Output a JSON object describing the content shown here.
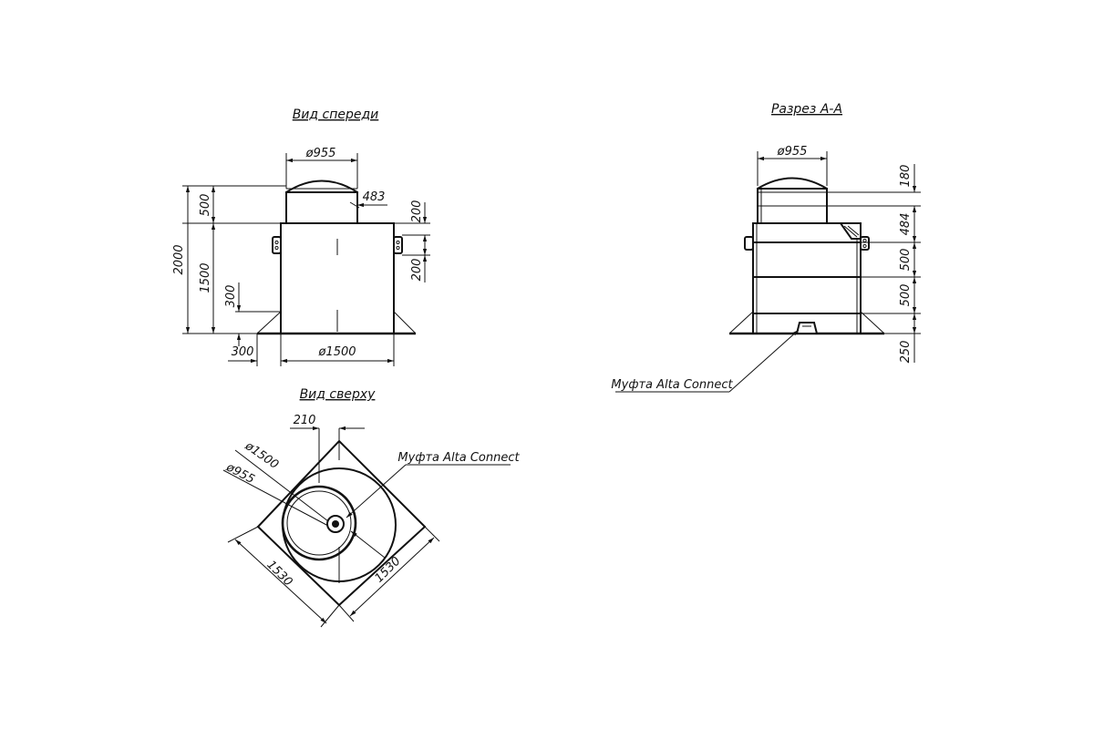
{
  "front_view": {
    "title": "Вид спереди",
    "dim_top_diameter": "ø955",
    "dim_neck_offset": "483",
    "dim_total_height": "2000",
    "dim_neck_height": "500",
    "dim_body_height": "1500",
    "dim_side_300_v": "300",
    "dim_side_300_h": "300",
    "dim_right_200_upper": "200",
    "dim_right_200_lower": "200",
    "dim_base_diameter": "ø1500"
  },
  "section_view": {
    "title": "Разрез А-А",
    "dim_top_diameter": "ø955",
    "dim_180": "180",
    "dim_484": "484",
    "dim_500_upper": "500",
    "dim_500_lower": "500",
    "dim_250": "250",
    "leader_label": "Муфта Alta Connect"
  },
  "top_view": {
    "title": "Вид сверху",
    "dim_210": "210",
    "dim_d1500": "ø1500",
    "dim_d955": "ø955",
    "dim_1530_left": "1530",
    "dim_1530_right": "1530",
    "leader_label": "Муфта Alta Connect"
  }
}
